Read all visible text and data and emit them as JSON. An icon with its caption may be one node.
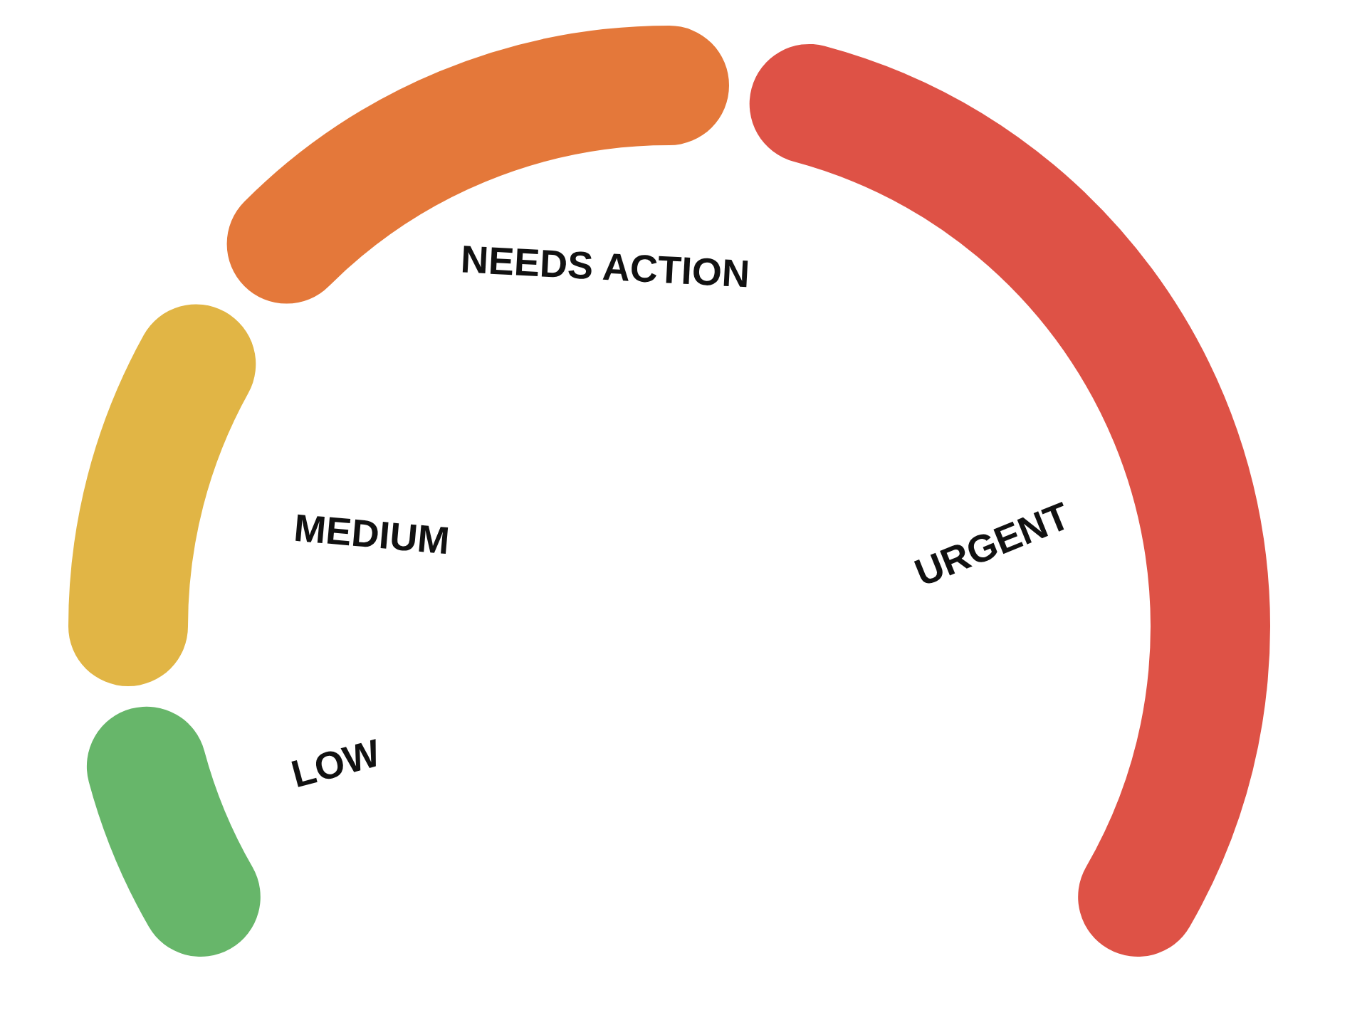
{
  "diagram": {
    "labels": [
      "NEEDS ACTION",
      "MEDIUM",
      "URGENT",
      "LOW"
    ]
  }
}
